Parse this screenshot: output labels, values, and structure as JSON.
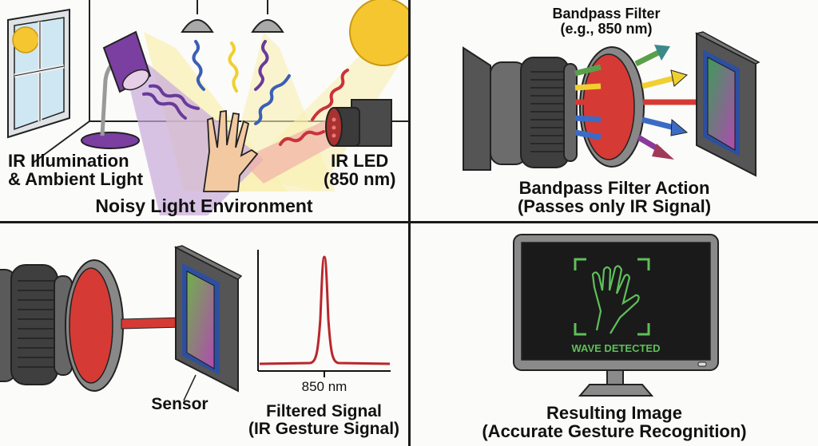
{
  "panels": {
    "noisy_environment": {
      "title": "Noisy Light Environment",
      "left_label_line1": "IR Illumination",
      "left_label_line2": "& Ambient Light",
      "right_label_line1": "IR LED",
      "right_label_line2": "(850 nm)"
    },
    "bandpass_action": {
      "filter_label_line1": "Bandpass Filter",
      "filter_label_line2": "(e.g., 850 nm)",
      "caption_line1": "Bandpass Filter Action",
      "caption_line2": "(Passes only IR Signal)"
    },
    "filtered_signal": {
      "sensor_label": "Sensor",
      "axis_tick_label": "850 nm",
      "caption_line1": "Filtered Signal",
      "caption_line2": "(IR Gesture Signal)"
    },
    "resulting_image": {
      "screen_text": "WAVE DETECTED",
      "caption_line1": "Resulting Image",
      "caption_line2": "(Accurate Gesture Recognition)"
    }
  },
  "colors": {
    "ir_red": "#d63a34",
    "screen_green": "#5fbf5a",
    "lamp_purple": "#7a3fa0",
    "sun_yellow": "#f6c630",
    "divider": "#1a1a1a"
  }
}
